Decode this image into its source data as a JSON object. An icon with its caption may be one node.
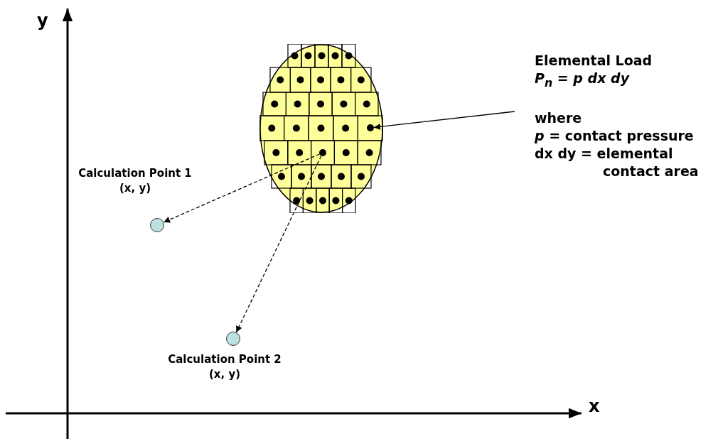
{
  "diagram": {
    "nodes": [
      {
        "text": [],
        "shape": "ellipse"
      },
      {
        "text": [],
        "shape": "circle",
        "in": 0
      },
      {
        "text": [],
        "shape": "circle",
        "in": 0
      },
      {
        "text": [
          "Elemental Load",
          "P$_{n}$ = p dx dy",
          "where",
          "*p* = contact pressure",
          "dx dy = elemental contact area"
        ]
      },
      {
        "text": [],
        "shape": "circle",
        "beside": [
          "Calculation Point 1",
          "(x, y)"
        ]
      },
      {
        "text": [],
        "shape": "circle",
        "beside": [
          "Calculation Point 2",
          "(x, y)"
        ]
      }
    ],
    "edges": [
      {
        "from": 1,
        "to": 4,
        "arrow": "to",
        "style": "dashed"
      },
      {
        "from": 1,
        "to": 5,
        "arrow": "to",
        "style": "dashed"
      },
      {
        "from": 3,
        "to": 2,
        "arrow": "to"
      }
    ],
    "labels": [
      "y",
      "x"
    ]
  }
}
